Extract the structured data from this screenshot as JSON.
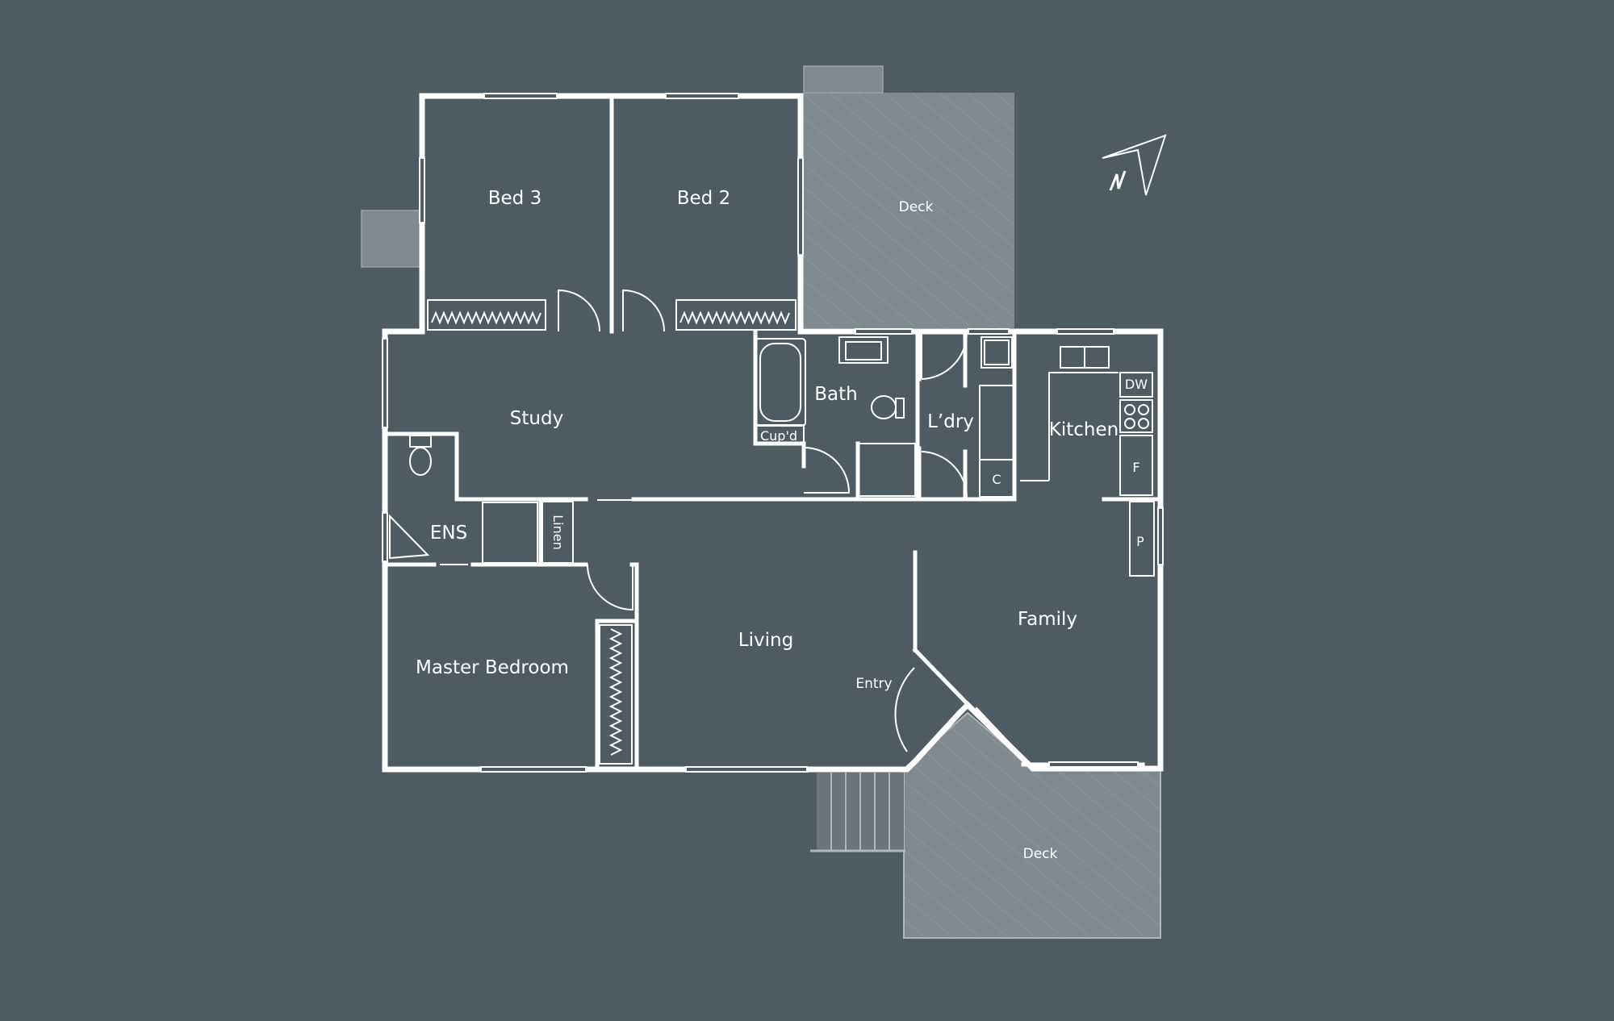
{
  "colors": {
    "background": "#4e5b63",
    "wall": "#ffffff",
    "deck_fill": "#7f8a90",
    "fixture": "#dfe4e7"
  },
  "rooms": {
    "bed3": "Bed 3",
    "bed2": "Bed 2",
    "deck_rear": "Deck",
    "study": "Study",
    "bath": "Bath",
    "cupboard": "Cup'd",
    "laundry": "L’dry",
    "laundry_cupboard": "C",
    "kitchen": "Kitchen",
    "dishwasher": "DW",
    "fridge": "F",
    "pantry": "P",
    "ensuite": "ENS",
    "linen": "Linen",
    "master_bedroom": "Master Bedroom",
    "living": "Living",
    "family": "Family",
    "entry": "Entry",
    "deck_front": "Deck"
  },
  "compass": {
    "icon": "north-arrow-icon",
    "letter": "N"
  }
}
